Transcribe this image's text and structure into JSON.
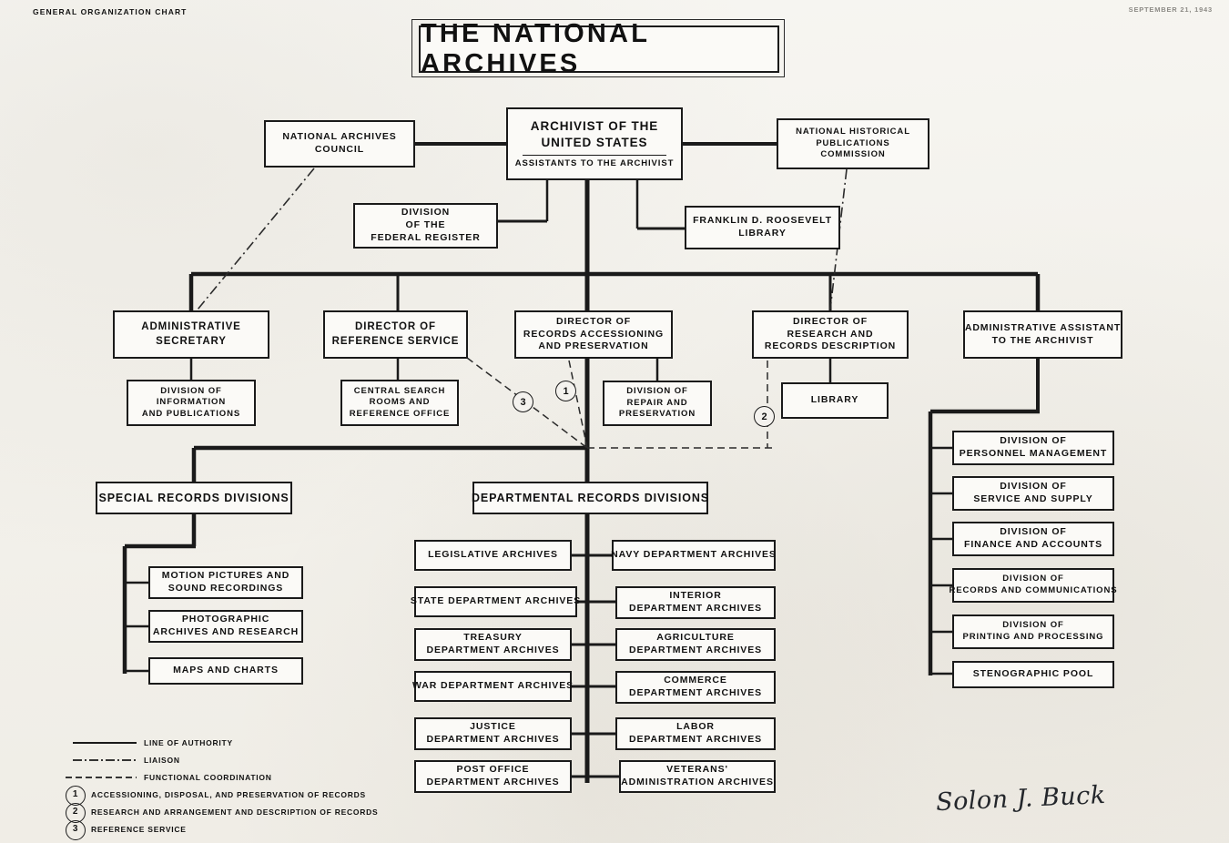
{
  "header": {
    "chart_label": "GENERAL ORGANIZATION CHART",
    "date": "SEPTEMBER 21, 1943",
    "title": "THE NATIONAL ARCHIVES"
  },
  "boxes": {
    "archivist": {
      "line1": "ARCHIVIST OF THE",
      "line2": "UNITED STATES",
      "line3": "ASSISTANTS TO THE ARCHIVIST"
    },
    "council": {
      "line1": "NATIONAL ARCHIVES",
      "line2": "COUNCIL"
    },
    "nhpc": {
      "line1": "NATIONAL HISTORICAL",
      "line2": "PUBLICATIONS",
      "line3": "COMMISSION"
    },
    "federal_register": {
      "line1": "DIVISION",
      "line2": "OF THE",
      "line3": "FEDERAL REGISTER"
    },
    "fdr_library": {
      "line1": "FRANKLIN D. ROOSEVELT",
      "line2": "LIBRARY"
    },
    "admin_secretary": {
      "line1": "ADMINISTRATIVE",
      "line2": "SECRETARY"
    },
    "info_publications": {
      "line1": "DIVISION OF",
      "line2": "INFORMATION",
      "line3": "AND PUBLICATIONS"
    },
    "dir_reference": {
      "line1": "DIRECTOR OF",
      "line2": "REFERENCE SERVICE"
    },
    "central_search": {
      "line1": "CENTRAL SEARCH",
      "line2": "ROOMS AND",
      "line3": "REFERENCE OFFICE"
    },
    "dir_accessioning": {
      "line1": "DIRECTOR OF",
      "line2": "RECORDS ACCESSIONING",
      "line3": "AND PRESERVATION"
    },
    "repair_preservation": {
      "line1": "DIVISION OF",
      "line2": "REPAIR AND",
      "line3": "PRESERVATION"
    },
    "dir_research": {
      "line1": "DIRECTOR OF",
      "line2": "RESEARCH AND",
      "line3": "RECORDS DESCRIPTION"
    },
    "library": {
      "line1": "LIBRARY"
    },
    "admin_assistant": {
      "line1": "ADMINISTRATIVE ASSISTANT",
      "line2": "TO THE ARCHIVIST"
    },
    "special_records": {
      "line1": "SPECIAL RECORDS DIVISIONS"
    },
    "departmental_records": {
      "line1": "DEPARTMENTAL RECORDS DIVISIONS"
    }
  },
  "special_records_divisions": [
    {
      "line1": "MOTION PICTURES AND",
      "line2": "SOUND RECORDINGS"
    },
    {
      "line1": "PHOTOGRAPHIC",
      "line2": "ARCHIVES AND RESEARCH"
    },
    {
      "line1": "MAPS AND CHARTS"
    }
  ],
  "departmental_left": [
    {
      "line1": "LEGISLATIVE  ARCHIVES"
    },
    {
      "line1": "STATE DEPARTMENT ARCHIVES"
    },
    {
      "line1": "TREASURY",
      "line2": "DEPARTMENT ARCHIVES"
    },
    {
      "line1": "WAR DEPARTMENT ARCHIVES"
    },
    {
      "line1": "JUSTICE",
      "line2": "DEPARTMENT ARCHIVES"
    },
    {
      "line1": "POST  OFFICE",
      "line2": "DEPARTMENT ARCHIVES"
    }
  ],
  "departmental_right": [
    {
      "line1": "NAVY DEPARTMENT ARCHIVES"
    },
    {
      "line1": "INTERIOR",
      "line2": "DEPARTMENT ARCHIVES"
    },
    {
      "line1": "AGRICULTURE",
      "line2": "DEPARTMENT ARCHIVES"
    },
    {
      "line1": "COMMERCE",
      "line2": "DEPARTMENT ARCHIVES"
    },
    {
      "line1": "LABOR",
      "line2": "DEPARTMENT ARCHIVES"
    },
    {
      "line1": "VETERANS'",
      "line2": "ADMINISTRATION ARCHIVES"
    }
  ],
  "admin_divisions": [
    {
      "line1": "DIVISION OF",
      "line2": "PERSONNEL MANAGEMENT"
    },
    {
      "line1": "DIVISION OF",
      "line2": "SERVICE AND SUPPLY"
    },
    {
      "line1": "DIVISION  OF",
      "line2": "FINANCE AND ACCOUNTS"
    },
    {
      "line1": "DIVISION  OF",
      "line2": "RECORDS AND COMMUNICATIONS"
    },
    {
      "line1": "DIVISION  OF",
      "line2": "PRINTING AND PROCESSING"
    },
    {
      "line1": "STENOGRAPHIC POOL"
    }
  ],
  "markers": {
    "one": "1",
    "two": "2",
    "three": "3"
  },
  "legend": {
    "line_of_authority": "LINE OF AUTHORITY",
    "liaison": "LIAISON",
    "functional_coordination": "FUNCTIONAL  COORDINATION",
    "note1": "ACCESSIONING, DISPOSAL, AND PRESERVATION OF RECORDS",
    "note2": "RESEARCH AND ARRANGEMENT AND DESCRIPTION OF RECORDS",
    "note3": "REFERENCE  SERVICE",
    "num1": "1",
    "num2": "2",
    "num3": "3"
  },
  "signature": "Solon J. Buck",
  "colors": {
    "ink": "#1a1a1a",
    "paper": "#f4f2ee",
    "box_fill": "#fbfaf7"
  }
}
